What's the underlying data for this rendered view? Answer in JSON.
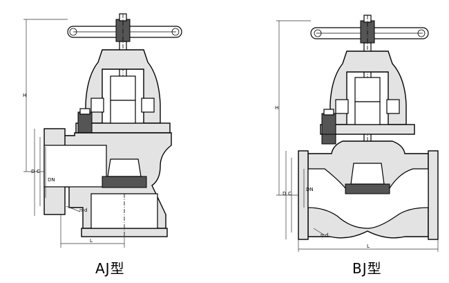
{
  "views": [
    {
      "id": "aj",
      "caption": "AJ型",
      "dims": {
        "H": "H",
        "D": "D",
        "C": "C",
        "DN": "DN",
        "L": "L",
        "nd": "n-d"
      }
    },
    {
      "id": "bj",
      "caption": "BJ型",
      "dims": {
        "H": "H",
        "D": "D",
        "C": "C",
        "DN": "DN",
        "L": "L",
        "nd": "n-d"
      }
    }
  ]
}
